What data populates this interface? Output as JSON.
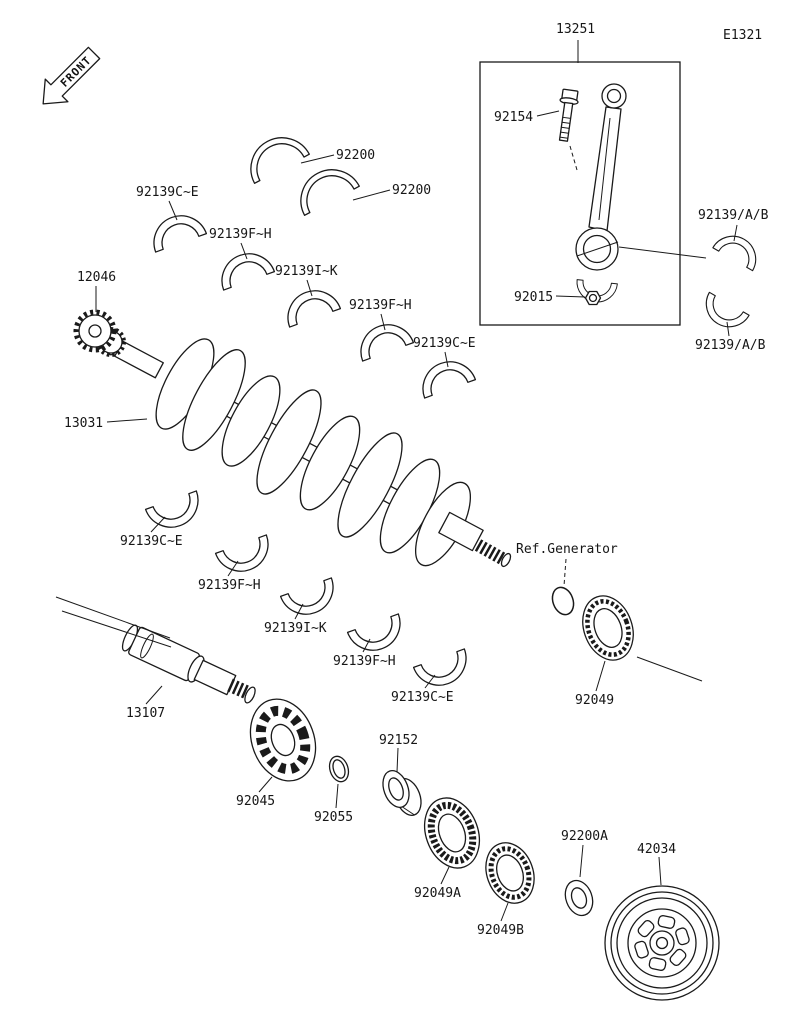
{
  "diagram": {
    "figure_code": "E1321",
    "front_marker": "FRONT",
    "callouts": [
      "13251",
      "92154",
      "92200",
      "92200",
      "92139C~E",
      "92139F~H",
      "92139/A/B",
      "92139I~K",
      "92139F~H",
      "92015",
      "92139/A/B",
      "12046",
      "92139C~E",
      "13031",
      "92139C~E",
      "92139F~H",
      "Ref.Generator",
      "92139I~K",
      "92139F~H",
      "13107",
      "92139C~E",
      "92049",
      "92152",
      "92045",
      "92055",
      "92200A",
      "42034",
      "92049A",
      "92049B"
    ]
  }
}
